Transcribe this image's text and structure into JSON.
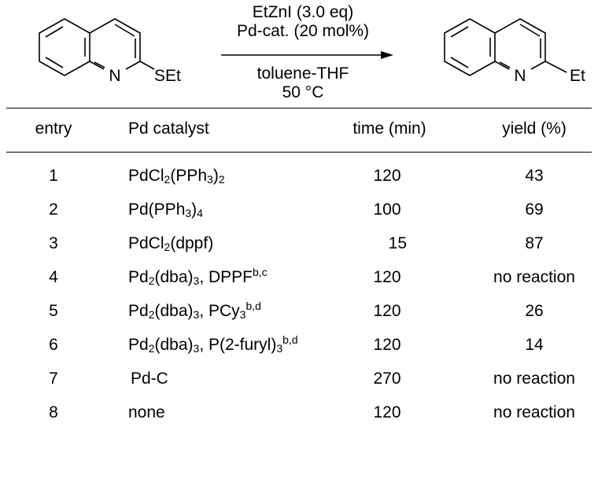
{
  "scheme": {
    "reactant_n": "N",
    "reactant_sub": "SEt",
    "product_n": "N",
    "product_sub": "Et",
    "reagent_line1": "EtZnI (3.0 eq)",
    "reagent_line2": "Pd-cat. (20 mol%)",
    "condition_line1": "toluene-THF",
    "condition_line2": "50 °C"
  },
  "table": {
    "headers": {
      "entry": "entry",
      "catalyst": "Pd catalyst",
      "time": "time (min)",
      "yield": "yield (%)"
    },
    "rows": [
      {
        "entry": "1",
        "catalyst": {
          "a": "PdCl",
          "b": "2",
          "c": "(PPh",
          "d": "3",
          "e": ")",
          "f": "2"
        },
        "time": "120",
        "yield": "43"
      },
      {
        "entry": "2",
        "catalyst": {
          "a": "Pd(PPh",
          "b": "3",
          "c": ")",
          "d": "4"
        },
        "time": "100",
        "yield": "69"
      },
      {
        "entry": "3",
        "catalyst": {
          "a": "PdCl",
          "b": "2",
          "c": "(dppf)"
        },
        "time": "15",
        "yield": "87"
      },
      {
        "entry": "4",
        "catalyst": {
          "a": "Pd",
          "b": "2",
          "c": "(dba)",
          "d": "3",
          "e": ", DPPF",
          "f": "b,c"
        },
        "time": "120",
        "yield": "no reaction"
      },
      {
        "entry": "5",
        "catalyst": {
          "a": "Pd",
          "b": "2",
          "c": "(dba)",
          "d": "3",
          "e": ", PCy",
          "f": "3",
          "g": "b,d"
        },
        "time": "120",
        "yield": "26"
      },
      {
        "entry": "6",
        "catalyst": {
          "a": "Pd",
          "b": "2",
          "c": "(dba)",
          "d": "3",
          "e": ", P(2-furyl)",
          "f": "3",
          "g": "b,d"
        },
        "time": "120",
        "yield": "14"
      },
      {
        "entry": "7",
        "catalyst": {
          "a": "Pd-C"
        },
        "time": "270",
        "yield": "no reaction"
      },
      {
        "entry": "8",
        "catalyst": {
          "a": "none"
        },
        "time": "120",
        "yield": "no reaction"
      }
    ]
  }
}
